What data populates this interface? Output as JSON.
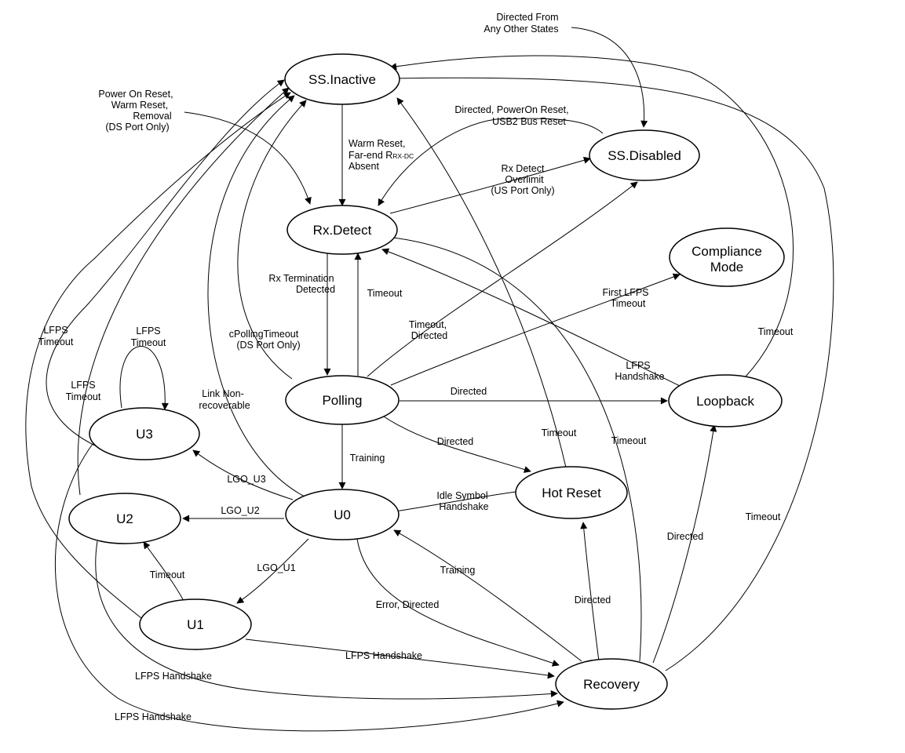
{
  "states": {
    "ss_inactive": "SS.Inactive",
    "ss_disabled": "SS.Disabled",
    "rx_detect": "Rx.Detect",
    "compliance_line1": "Compliance",
    "compliance_line2": "Mode",
    "polling": "Polling",
    "loopback": "Loopback",
    "u3": "U3",
    "u2": "U2",
    "u1": "U1",
    "u0": "U0",
    "hot_reset": "Hot Reset",
    "recovery": "Recovery"
  },
  "labels": {
    "directed_from_1": "Directed From",
    "directed_from_2": "Any Other States",
    "power_on_1": "Power On Reset,",
    "power_on_2": "Warm Reset,",
    "power_on_3": "Removal",
    "power_on_4": "(DS Port Only)",
    "directed_poweron_1": "Directed, PowerOn Reset,",
    "directed_poweron_2": "USB2 Bus Reset",
    "warm_reset_1": "Warm Reset,",
    "warm_reset_2_prefix": "Far-end R",
    "warm_reset_2_sub": "RX-DC",
    "warm_reset_3": "Absent",
    "rx_overlimit_1": "Rx Detect",
    "rx_overlimit_2": "Overlimit",
    "rx_overlimit_3": "(US Port Only)",
    "rx_term_1": "Rx Termination",
    "rx_term_2": "Detected",
    "timeout_polling_rx": "Timeout",
    "first_lfps_1": "First LFPS",
    "first_lfps_2": "Timeout",
    "timeout_directed_1": "Timeout,",
    "timeout_directed_2": "Directed",
    "cpolling_1": "cPollingTimeout",
    "cpolling_2": "(DS Port Only)",
    "lfps_timeout_u3_1": "LFPS",
    "lfps_timeout_u3_2": "Timeout",
    "lfps_timeout_left_1": "LFPS",
    "lfps_timeout_left_2": "Timeout",
    "lfps_timeout_u2_1": "LFPS",
    "lfps_timeout_u2_2": "Timeout",
    "link_nonrec_1": "Link Non-",
    "link_nonrec_2": "recoverable",
    "lfps_handshake_loop_1": "LFPS",
    "lfps_handshake_loop_2": "Handshake",
    "timeout_loopback": "Timeout",
    "directed_polling_loopback": "Directed",
    "directed_polling_hot": "Directed",
    "timeout_hot": "Timeout",
    "timeout_recovery_rx": "Timeout",
    "training_polling_u0": "Training",
    "lgo_u3": "LGO_U3",
    "lgo_u2": "LGO_U2",
    "lgo_u1": "LGO_U1",
    "idle_symbol_1": "Idle Symbol",
    "idle_symbol_2": "Handshake",
    "timeout_u1_u2": "Timeout",
    "error_directed": "Error, Directed",
    "training_recovery_u0": "Training",
    "directed_recovery_hot": "Directed",
    "directed_recovery_loop": "Directed",
    "timeout_recovery_inactive": "Timeout",
    "lfps_handshake_u1": "LFPS Handshake",
    "lfps_handshake_u2": "LFPS Handshake",
    "lfps_handshake_u3": "LFPS Handshake"
  }
}
